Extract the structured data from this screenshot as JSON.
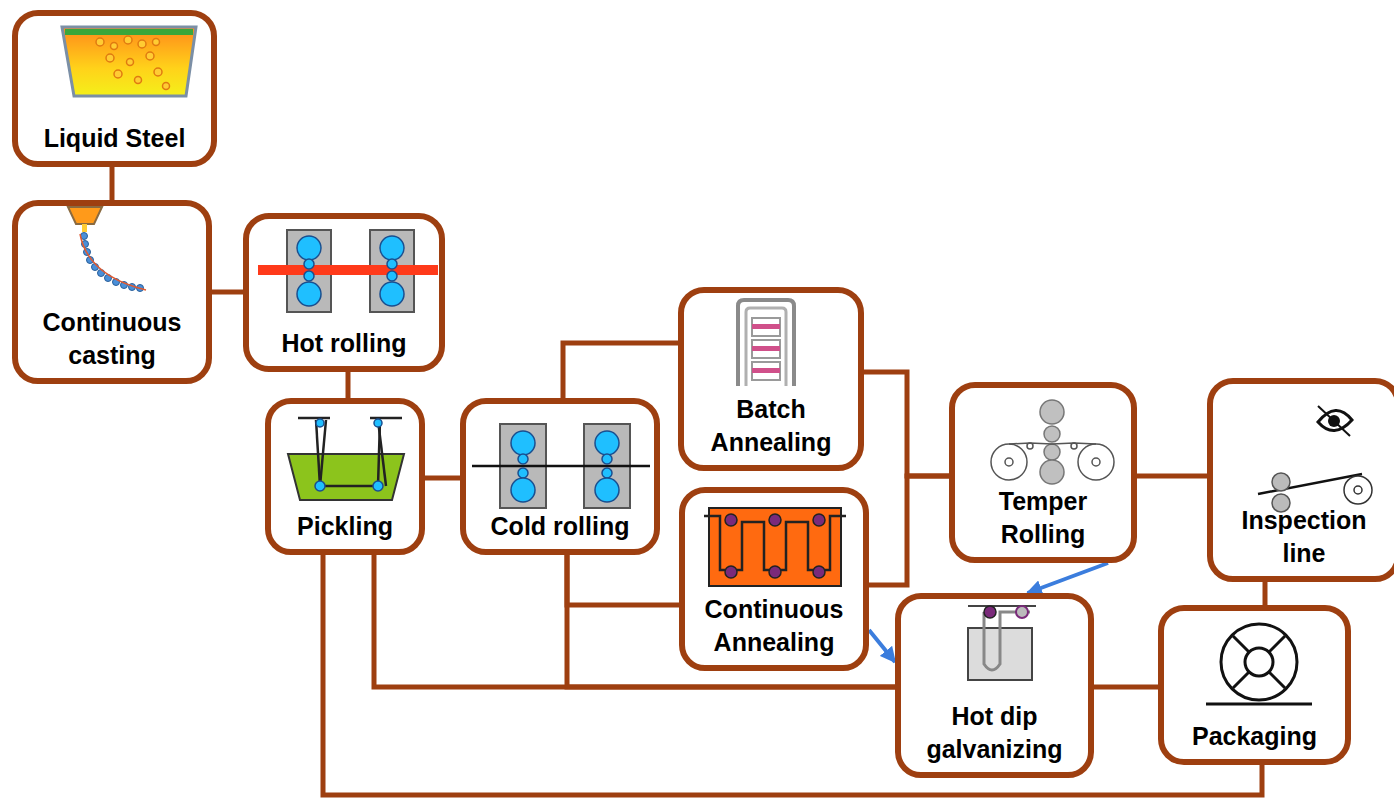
{
  "diagram": {
    "nodes": [
      {
        "text": [
          "Liquid Steel"
        ]
      },
      {
        "text": [
          "Continuous casting"
        ]
      },
      {
        "text": [
          "Hot rolling"
        ]
      },
      {
        "text": [
          "Pickling"
        ]
      },
      {
        "text": [
          "Cold rolling"
        ]
      },
      {
        "text": [
          "Batch Annealing"
        ]
      },
      {
        "text": [
          "Continuous Annealing"
        ]
      },
      {
        "text": [
          "Temper Rolling"
        ]
      },
      {
        "text": [
          "Inspection line"
        ]
      },
      {
        "text": [
          "Hot dip galvanizing"
        ]
      },
      {
        "text": [
          "Packaging"
        ]
      }
    ],
    "edges": [
      {
        "from": 0,
        "to": 1,
        "arrow": "none"
      },
      {
        "from": 1,
        "to": 2,
        "arrow": "none"
      },
      {
        "from": 2,
        "to": 3,
        "arrow": "none"
      },
      {
        "from": 3,
        "to": 4,
        "arrow": "none"
      },
      {
        "from": 4,
        "to": 5,
        "arrow": "none"
      },
      {
        "from": 4,
        "to": 6,
        "arrow": "none"
      },
      {
        "from": 5,
        "to": 7,
        "arrow": "none"
      },
      {
        "from": 6,
        "to": 7,
        "arrow": "none"
      },
      {
        "from": 7,
        "to": 8,
        "arrow": "none"
      },
      {
        "from": 8,
        "to": 10,
        "arrow": "none"
      },
      {
        "from": 3,
        "to": 9,
        "arrow": "none"
      },
      {
        "from": 4,
        "to": 9,
        "arrow": "none"
      },
      {
        "from": 9,
        "to": 10,
        "arrow": "none"
      },
      {
        "from": 3,
        "to": 10,
        "arrow": "none"
      },
      {
        "from": 6,
        "to": 9,
        "arrow": "to"
      },
      {
        "from": 7,
        "to": 9,
        "arrow": "to"
      }
    ]
  }
}
